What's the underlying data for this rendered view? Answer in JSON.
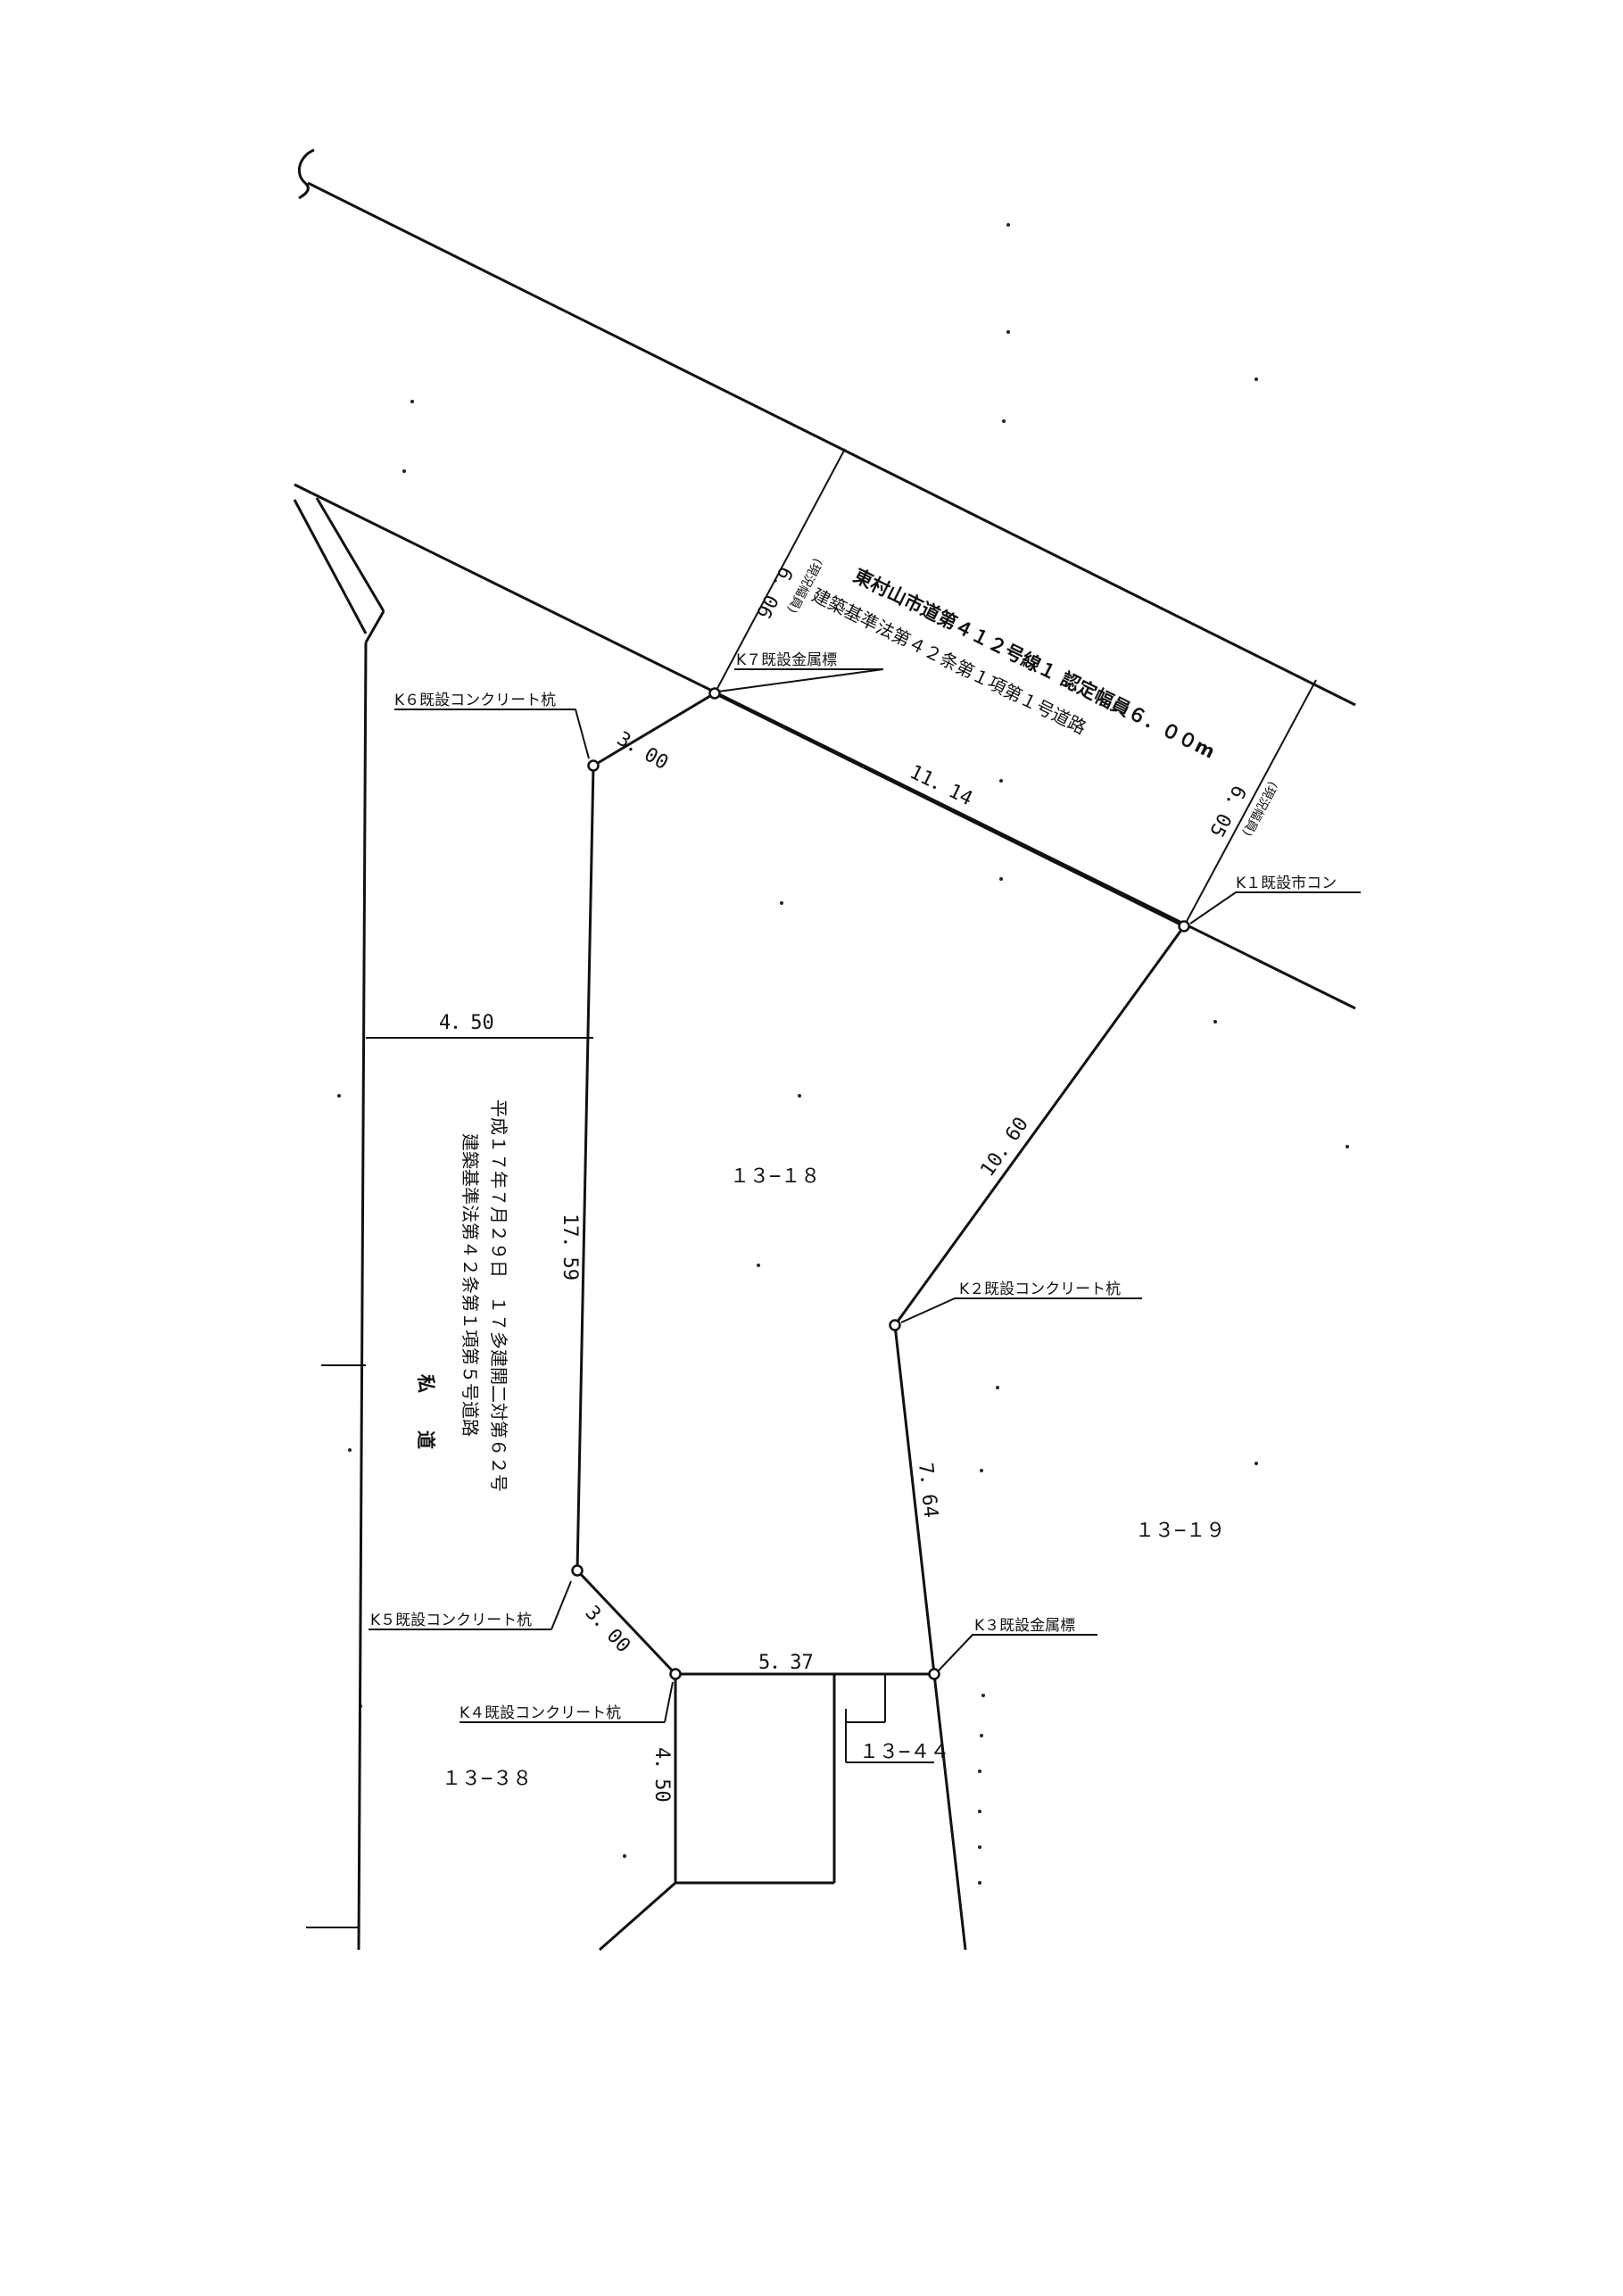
{
  "stakes": {
    "k1": "K１既設市コン",
    "k2": "K２既設コンクリート杭",
    "k3": "K３既設金属標",
    "k4": "K４既設コンクリート杭",
    "k5": "K５既設コンクリート杭",
    "k6": "K６既設コンクリート杭",
    "k7": "K７既設金属標"
  },
  "dimensions": {
    "d_606": "6．06",
    "d_605": "6．05",
    "d_300_top": "3．00",
    "d_1114": "11．14",
    "d_450_left": "4．50",
    "d_1759": "17．59",
    "d_1060": "10．60",
    "d_764": "7．64",
    "d_300_bottom": "3．00",
    "d_537": "5．37",
    "d_450_bottom": "4．50",
    "width_note": "(現況幅員)"
  },
  "lots": {
    "main": "１３−１８",
    "east": "１３−１９",
    "southwest": "１３−３８",
    "south": "１３−４４"
  },
  "public_road": {
    "line1": "東村山市道第４１２号線１ 認定幅員６．００m",
    "line2": "建築基準法第４２条第１項第１号道路"
  },
  "private_road": {
    "title": "私　　道",
    "line1": "建築基準法第４２条第１項第５号道路",
    "line2": "平成１７年７月２９日　１７多建開二対第６２号"
  }
}
